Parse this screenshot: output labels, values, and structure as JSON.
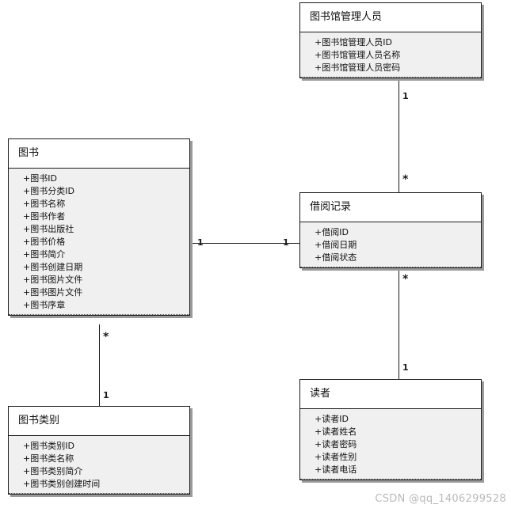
{
  "diagram": {
    "type": "uml-class-diagram",
    "title": "",
    "background_color": "#ffffff",
    "line_color": "#1a1a1a",
    "class_header_fill": "#ffffff",
    "class_body_fill": "#f0f0f0",
    "shadow_color": "#9a9a9a",
    "classes": [
      {
        "id": "librarian",
        "name": "图书馆管理人员",
        "attributes": [
          "+图书馆管理人员ID",
          "+图书馆管理人员名称",
          "+图书馆管理人员密码"
        ]
      },
      {
        "id": "book",
        "name": "图书",
        "attributes": [
          "+图书ID",
          "+图书分类ID",
          "+图书名称",
          "+图书作者",
          "+图书出版社",
          "+图书价格",
          "+图书简介",
          "+图书创建日期",
          "+图书图片文件",
          "+图书图片文件",
          "+图书序章"
        ]
      },
      {
        "id": "borrow-record",
        "name": "借阅记录",
        "attributes": [
          "+借阅ID",
          "+借阅日期",
          "+借阅状态"
        ]
      },
      {
        "id": "reader",
        "name": "读者",
        "attributes": [
          "+读者ID",
          "+读者姓名",
          "+读者密码",
          "+读者性别",
          "+读者电话"
        ]
      },
      {
        "id": "book-category",
        "name": "图书类别",
        "attributes": [
          "+图书类别ID",
          "+图书类名称",
          "+图书类别简介",
          "+图书类别创建时间"
        ]
      }
    ],
    "associations": [
      {
        "id": "librarian-borrow",
        "from": "librarian",
        "to": "borrow-record",
        "from_multiplicity": "1",
        "to_multiplicity": "*"
      },
      {
        "id": "book-borrow",
        "from": "book",
        "to": "borrow-record",
        "from_multiplicity": "1",
        "to_multiplicity": "1"
      },
      {
        "id": "borrow-reader",
        "from": "borrow-record",
        "to": "reader",
        "from_multiplicity": "*",
        "to_multiplicity": "1"
      },
      {
        "id": "book-category",
        "from": "book",
        "to": "book-category",
        "from_multiplicity": "*",
        "to_multiplicity": "1"
      }
    ]
  },
  "watermark": {
    "text": "CSDN @qq_1406299528"
  }
}
